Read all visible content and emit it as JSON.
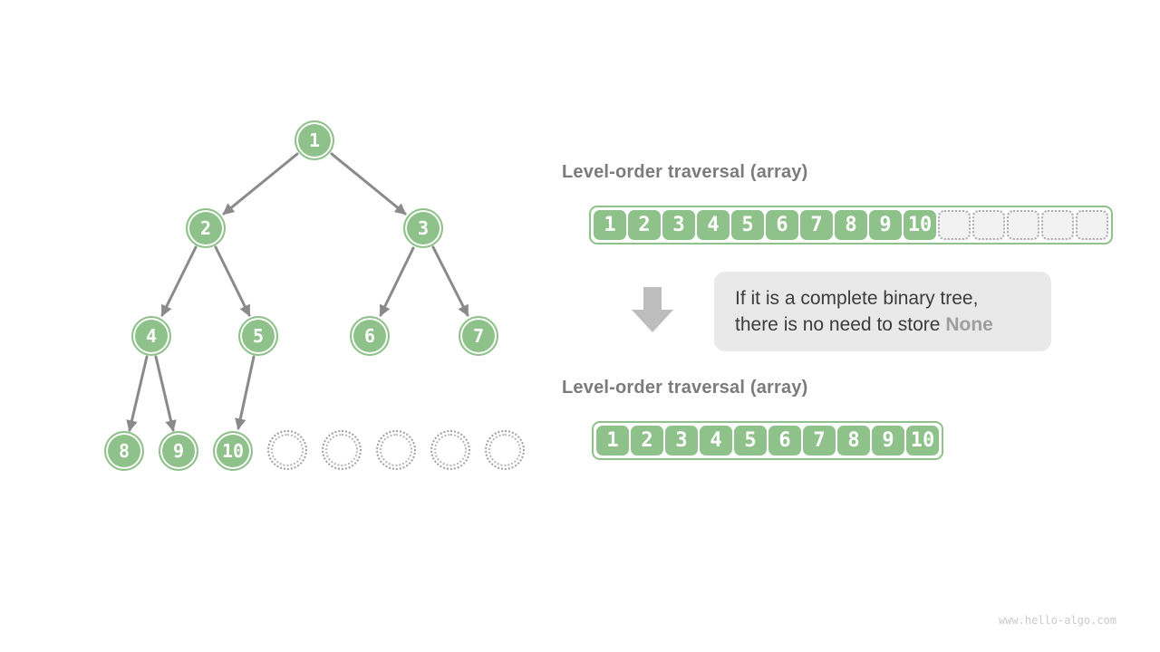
{
  "tree": {
    "nodes": [
      "1",
      "2",
      "3",
      "4",
      "5",
      "6",
      "7",
      "8",
      "9",
      "10"
    ],
    "empty_slot_count": 5
  },
  "arrays": {
    "top": {
      "heading": "Level-order traversal (array)",
      "values": [
        "1",
        "2",
        "3",
        "4",
        "5",
        "6",
        "7",
        "8",
        "9",
        "10"
      ],
      "empty_cells": [
        "",
        "",
        "",
        "",
        ""
      ]
    },
    "bottom": {
      "heading": "Level-order traversal (array)",
      "values": [
        "1",
        "2",
        "3",
        "4",
        "5",
        "6",
        "7",
        "8",
        "9",
        "10"
      ]
    }
  },
  "note": {
    "line1": "If it is a complete binary tree,",
    "line2_prefix": "there is no need to store",
    "line2_highlight": "None"
  },
  "watermark": "www.hello-algo.com",
  "colors": {
    "node_green": "#8FC18A",
    "edge_gray": "#8A8A8A",
    "block_arrow_gray": "#BDBDBD",
    "note_bg": "#E9E9E9",
    "note_text": "#3C3C3C",
    "highlight_gray": "#9E9E9E",
    "heading_gray": "#7B7B7B",
    "empty_cell_bg": "#F2F2F2",
    "dotted_border": "#9E9E9E"
  }
}
